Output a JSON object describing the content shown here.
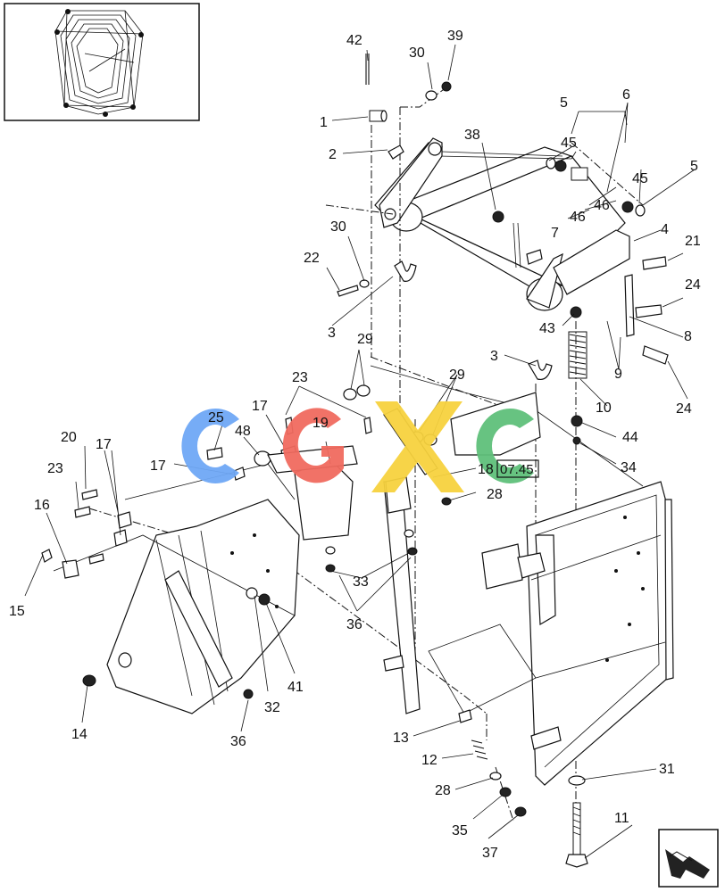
{
  "diagram": {
    "part_labels": [
      {
        "id": "p1",
        "text": "1"
      },
      {
        "id": "p2",
        "text": "2"
      },
      {
        "id": "p3a",
        "text": "3"
      },
      {
        "id": "p3b",
        "text": "3"
      },
      {
        "id": "p4",
        "text": "4"
      },
      {
        "id": "p5a",
        "text": "5"
      },
      {
        "id": "p5b",
        "text": "5"
      },
      {
        "id": "p6",
        "text": "6"
      },
      {
        "id": "p7",
        "text": "7"
      },
      {
        "id": "p8",
        "text": "8"
      },
      {
        "id": "p9",
        "text": "9"
      },
      {
        "id": "p10",
        "text": "10"
      },
      {
        "id": "p11",
        "text": "11"
      },
      {
        "id": "p12",
        "text": "12"
      },
      {
        "id": "p13",
        "text": "13"
      },
      {
        "id": "p14",
        "text": "14"
      },
      {
        "id": "p15",
        "text": "15"
      },
      {
        "id": "p16",
        "text": "16"
      },
      {
        "id": "p17a",
        "text": "17"
      },
      {
        "id": "p17b",
        "text": "17"
      },
      {
        "id": "p17c",
        "text": "17"
      },
      {
        "id": "p18",
        "text": "18"
      },
      {
        "id": "p19",
        "text": "19"
      },
      {
        "id": "p20",
        "text": "20"
      },
      {
        "id": "p21",
        "text": "21"
      },
      {
        "id": "p22",
        "text": "22"
      },
      {
        "id": "p23a",
        "text": "23"
      },
      {
        "id": "p23b",
        "text": "23"
      },
      {
        "id": "p24a",
        "text": "24"
      },
      {
        "id": "p24b",
        "text": "24"
      },
      {
        "id": "p25",
        "text": "25"
      },
      {
        "id": "p28a",
        "text": "28"
      },
      {
        "id": "p28b",
        "text": "28"
      },
      {
        "id": "p29a",
        "text": "29"
      },
      {
        "id": "p29b",
        "text": "29"
      },
      {
        "id": "p30a",
        "text": "30"
      },
      {
        "id": "p30b",
        "text": "30"
      },
      {
        "id": "p31",
        "text": "31"
      },
      {
        "id": "p32",
        "text": "32"
      },
      {
        "id": "p33",
        "text": "33"
      },
      {
        "id": "p34",
        "text": "34"
      },
      {
        "id": "p35",
        "text": "35"
      },
      {
        "id": "p36a",
        "text": "36"
      },
      {
        "id": "p36b",
        "text": "36"
      },
      {
        "id": "p37",
        "text": "37"
      },
      {
        "id": "p38",
        "text": "38"
      },
      {
        "id": "p39",
        "text": "39"
      },
      {
        "id": "p41",
        "text": "41"
      },
      {
        "id": "p42",
        "text": "42"
      },
      {
        "id": "p43",
        "text": "43"
      },
      {
        "id": "p44",
        "text": "44"
      },
      {
        "id": "p45a",
        "text": "45"
      },
      {
        "id": "p45b",
        "text": "45"
      },
      {
        "id": "p46a",
        "text": "46"
      },
      {
        "id": "p46b",
        "text": "46"
      },
      {
        "id": "p48",
        "text": "48"
      }
    ],
    "reference_box": "07.45",
    "watermark": [
      "C",
      "G",
      "X",
      "C"
    ],
    "colors": {
      "wm_blue": "#6fa8f5",
      "wm_red": "#f06a5f",
      "wm_yellow": "#f7d23e",
      "wm_green": "#5fc07a",
      "line": "#111111"
    },
    "icons": [
      "bale-thumbnail-icon",
      "nav-arrow-icon"
    ]
  }
}
